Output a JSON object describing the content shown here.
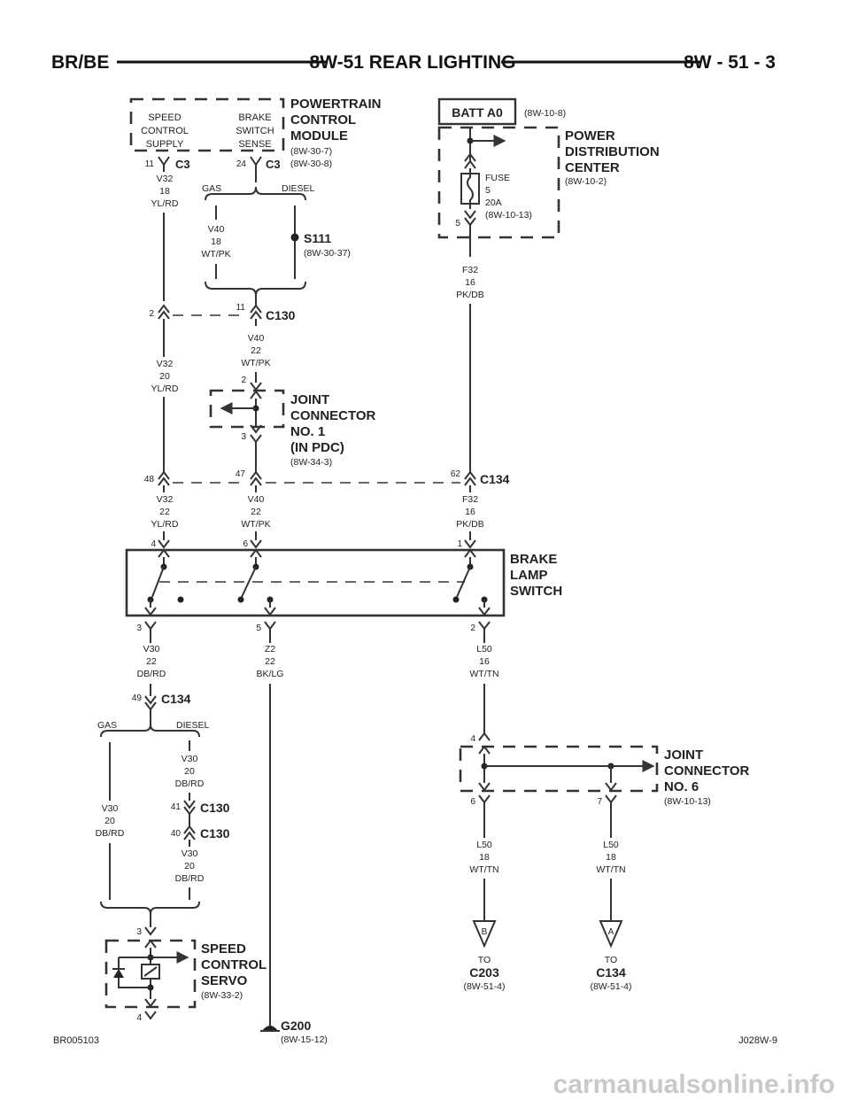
{
  "header": {
    "left": "BR/BE",
    "center": "8W-51 REAR LIGHTING",
    "right": "8W - 51 - 3"
  },
  "pcm": {
    "title": [
      "POWERTRAIN",
      "CONTROL",
      "MODULE"
    ],
    "refs": [
      "(8W-30-7)",
      "(8W-30-8)"
    ],
    "speed_control": [
      "SPEED",
      "CONTROL",
      "SUPPLY"
    ],
    "brake_switch": [
      "BRAKE",
      "SWITCH",
      "SENSE"
    ],
    "pin_speed": "11",
    "pin_brake": "24",
    "connector": "C3"
  },
  "wires": {
    "v32_18": [
      "V32",
      "18",
      "YL/RD"
    ],
    "v40_18": [
      "V40",
      "18",
      "WT/PK"
    ],
    "v40_22a": [
      "V40",
      "22",
      "WT/PK"
    ],
    "v32_20": [
      "V32",
      "20",
      "YL/RD"
    ],
    "v32_22": [
      "V32",
      "22",
      "YL/RD"
    ],
    "v40_22b": [
      "V40",
      "22",
      "WT/PK"
    ],
    "f32_a": [
      "F32",
      "16",
      "PK/DB"
    ],
    "f32_b": [
      "F32",
      "16",
      "PK/DB"
    ],
    "v30_22": [
      "V30",
      "22",
      "DB/RD"
    ],
    "z2_22": [
      "Z2",
      "22",
      "BK/LG"
    ],
    "l50_16": [
      "L50",
      "16",
      "WT/TN"
    ],
    "v30_20a": [
      "V30",
      "20",
      "DB/RD"
    ],
    "v30_20b": [
      "V30",
      "20",
      "DB/RD"
    ],
    "v30_20c": [
      "V30",
      "20",
      "DB/RD"
    ],
    "l50_18a": [
      "L50",
      "18",
      "WT/TN"
    ],
    "l50_18b": [
      "L50",
      "18",
      "WT/TN"
    ]
  },
  "splits": {
    "gas": "GAS",
    "diesel": "DIESEL",
    "gas2": "GAS",
    "diesel2": "DIESEL"
  },
  "splice": {
    "name": "S111",
    "ref": "(8W-30-37)"
  },
  "c130_top": {
    "name": "C130",
    "pin_left": "2",
    "pin_right": "11"
  },
  "jc1": {
    "title": [
      "JOINT",
      "CONNECTOR",
      "NO. 1",
      "(IN PDC)"
    ],
    "ref": "(8W-34-3)",
    "pin_top": "2",
    "pin_bot": "3"
  },
  "c134_top": {
    "name": "C134",
    "pin_a": "48",
    "pin_b": "47",
    "pin_c": "62"
  },
  "batt": {
    "label": "BATT A0",
    "ref": "(8W-10-8)"
  },
  "pdc": {
    "title": [
      "POWER",
      "DISTRIBUTION",
      "CENTER"
    ],
    "ref": "(8W-10-2)",
    "fuse": [
      "FUSE",
      "5",
      "20A",
      "(8W-10-13)"
    ],
    "pin": "5"
  },
  "bls": {
    "title": [
      "BRAKE",
      "LAMP",
      "SWITCH"
    ],
    "pins_top": [
      "4",
      "6",
      "1"
    ],
    "pins_bot": [
      "3",
      "5",
      "2"
    ]
  },
  "c134_mid": {
    "name": "C134",
    "pin": "49"
  },
  "c130_a": {
    "name": "C130",
    "pin": "41"
  },
  "c130_b": {
    "name": "C130",
    "pin": "40"
  },
  "servo": {
    "title": [
      "SPEED",
      "CONTROL",
      "SERVO"
    ],
    "ref": "(8W-33-2)",
    "pin_top": "3",
    "pin_bot": "4"
  },
  "ground": {
    "name": "G200",
    "ref": "(8W-15-12)"
  },
  "jc6": {
    "title": [
      "JOINT",
      "CONNECTOR",
      "NO. 6"
    ],
    "ref": "(8W-10-13)",
    "pin_top": "4",
    "pin_b": "6",
    "pin_c": "7"
  },
  "dest_b": {
    "letter": "B",
    "to": "TO",
    "conn": "C203",
    "ref": "(8W-51-4)"
  },
  "dest_a": {
    "letter": "A",
    "to": "TO",
    "conn": "C134",
    "ref": "(8W-51-4)"
  },
  "footer": {
    "left": "BR005103",
    "right": "J028W-9",
    "watermark": "carmanualsonline.info"
  }
}
